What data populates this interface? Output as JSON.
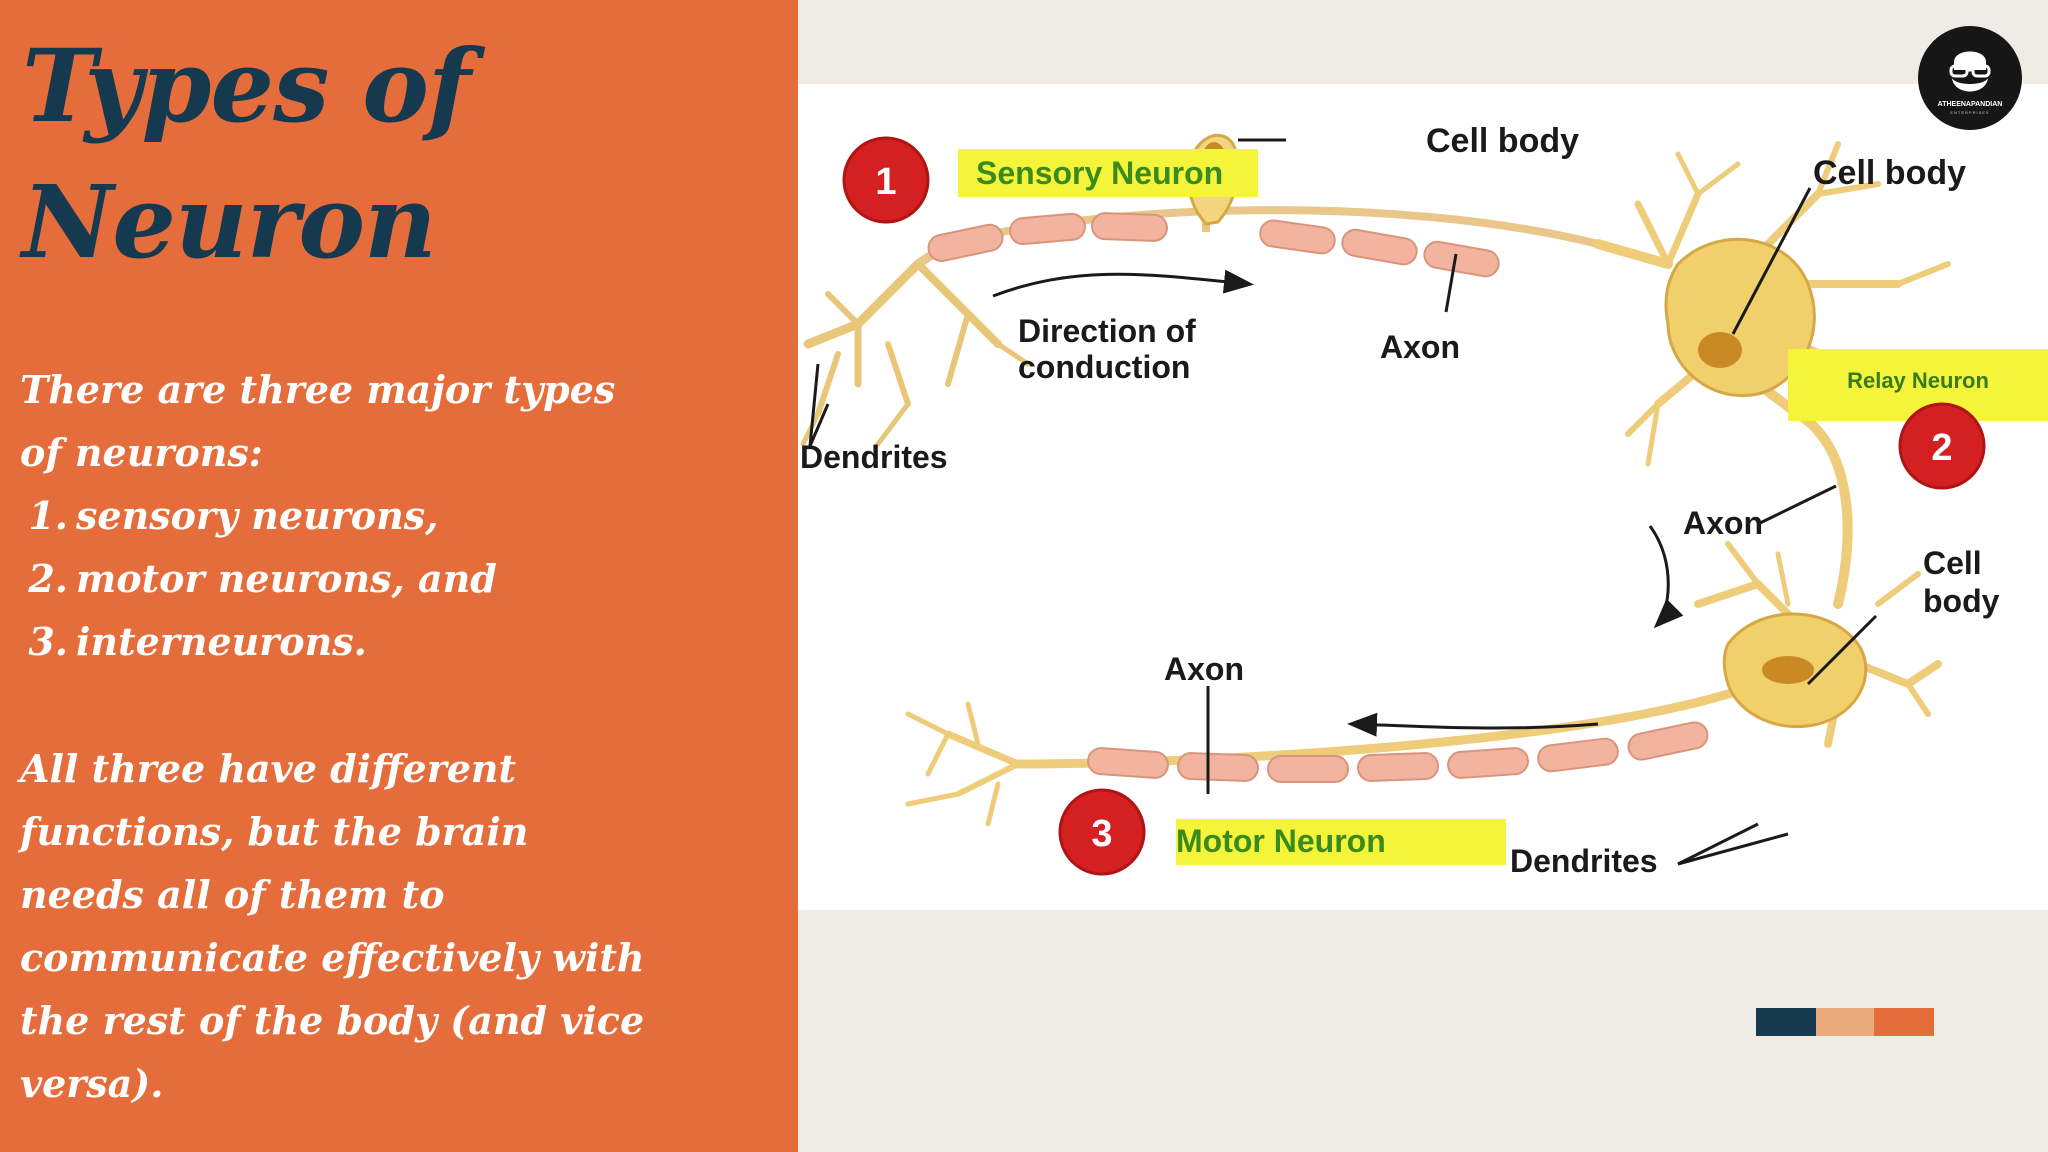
{
  "left_panel": {
    "title_line1": "Types of",
    "title_line2": "Neuron",
    "intro_line1": "There are three major  types",
    "intro_line2": "of neurons:",
    "list": [
      {
        "num": "1.",
        "text": "sensory  neurons,"
      },
      {
        "num": "2.",
        "text": "motor  neurons, and"
      },
      {
        "num": "3.",
        "text": "interneurons."
      }
    ],
    "para_lines": [
      "All three have different",
      "functions, but the brain",
      "needs all of them to",
      "communicate effectively with",
      "the rest of the body (and vice",
      "versa)."
    ]
  },
  "diagram": {
    "sensory_label": "Sensory Neuron",
    "relay_label": "Relay Neuron",
    "motor_label": "Motor Neuron",
    "num1": "1",
    "num2": "2",
    "num3": "3",
    "cell_body_top": "Cell body",
    "cell_body_relay": "Cell body",
    "cell_body_motor_line1": "Cell",
    "cell_body_motor_line2": "body",
    "direction_line1": "Direction of",
    "direction_line2": "conduction",
    "axon_sensory": "Axon",
    "axon_relay": "Axon",
    "axon_motor": "Axon",
    "dendrites_left": "Dendrites",
    "dendrites_bottom": "Dendrites"
  },
  "logo": {
    "icon": "bearded-man-with-glasses",
    "name": "ATHEENAPANDIAN",
    "sub": "ENTERPRISES"
  },
  "colors": {
    "panel": "#e46d3b",
    "title": "#153a4f",
    "label_highlight": "#f4f53a",
    "marker_red": "#d42020",
    "axon_segment": "#f2b49e",
    "neuron_yellow": "#f1cf6a",
    "swatches": [
      "#153a4f",
      "#ebab7c",
      "#e46d3b"
    ]
  }
}
